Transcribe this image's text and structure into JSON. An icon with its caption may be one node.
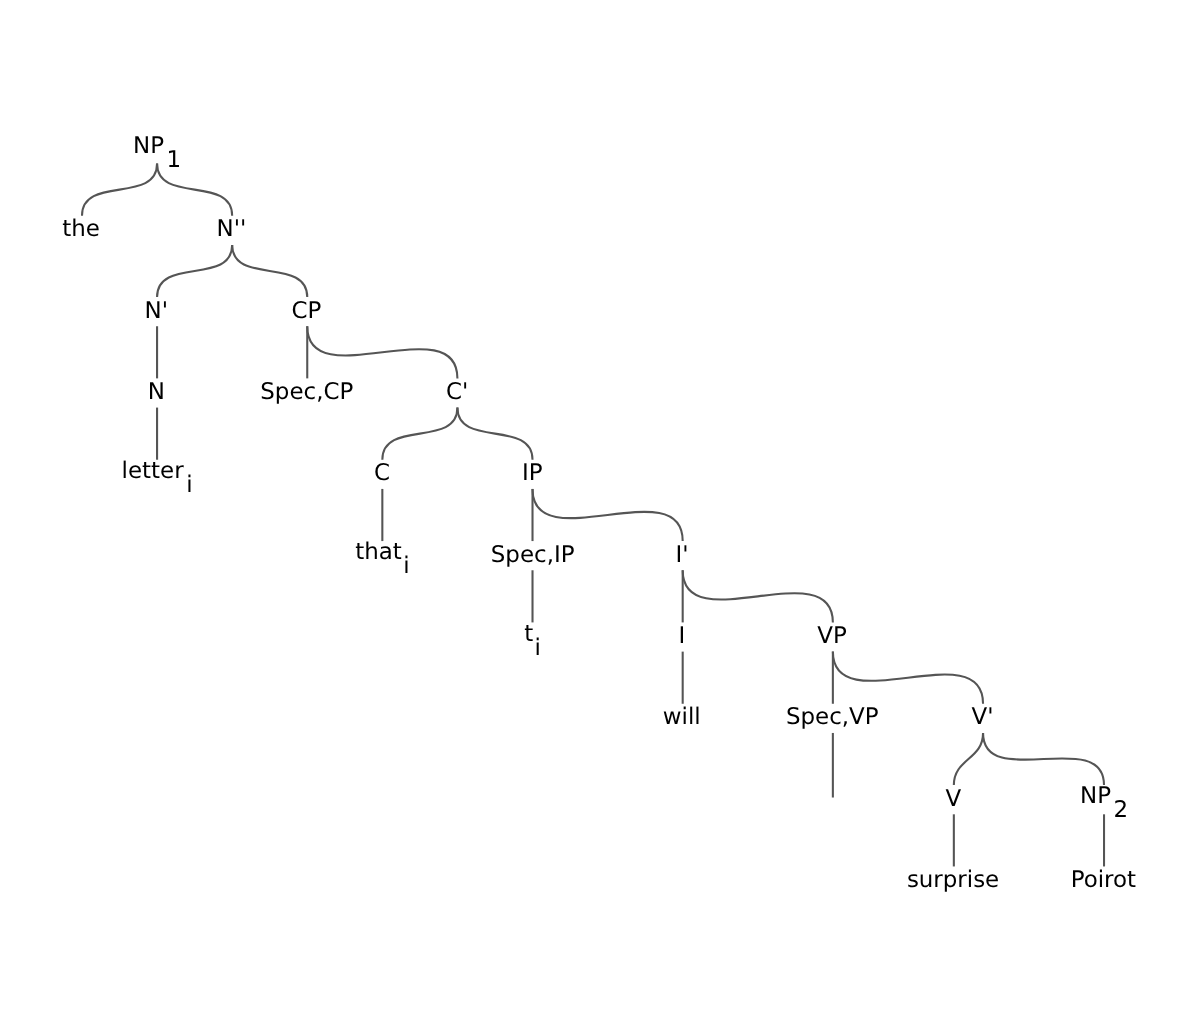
{
  "diagram": {
    "nodes": [
      {
        "text": [
          "NP$_{1}$"
        ]
      },
      {
        "text": [
          "the"
        ]
      },
      {
        "text": [
          "N''"
        ]
      },
      {
        "text": [
          "N'"
        ]
      },
      {
        "text": [
          "CP"
        ]
      },
      {
        "text": [
          "N"
        ]
      },
      {
        "text": [
          "Spec,CP"
        ]
      },
      {
        "text": [
          "C'"
        ]
      },
      {
        "text": [
          "letter$_{i}$"
        ]
      },
      {
        "text": [
          "C"
        ]
      },
      {
        "text": [
          "IP"
        ]
      },
      {
        "text": [
          "that$_{i}$"
        ]
      },
      {
        "text": [
          "Spec,IP"
        ]
      },
      {
        "text": [
          "I'"
        ]
      },
      {
        "text": [
          "t$_{i}$"
        ]
      },
      {
        "text": [
          "I"
        ]
      },
      {
        "text": [
          "VP"
        ]
      },
      {
        "text": [
          "will"
        ]
      },
      {
        "text": [
          "Spec,VP"
        ]
      },
      {
        "text": [
          "V'"
        ]
      },
      {
        "text": [
          "V"
        ]
      },
      {
        "text": [
          "NP$_{2}$"
        ]
      },
      {
        "text": [
          "surprise"
        ]
      },
      {
        "text": [
          "Poirot"
        ]
      }
    ],
    "edges": [
      {
        "from": 0,
        "to": 1,
        "arrow": "none"
      },
      {
        "from": 0,
        "to": 2,
        "arrow": "none"
      },
      {
        "from": 2,
        "to": 3,
        "arrow": "none"
      },
      {
        "from": 2,
        "to": 4,
        "arrow": "none"
      },
      {
        "from": 3,
        "to": 5,
        "arrow": "none"
      },
      {
        "from": 4,
        "to": 6,
        "arrow": "none"
      },
      {
        "from": 4,
        "to": 7,
        "arrow": "none"
      },
      {
        "from": 5,
        "to": 8,
        "arrow": "none"
      },
      {
        "from": 7,
        "to": 9,
        "arrow": "none"
      },
      {
        "from": 7,
        "to": 10,
        "arrow": "none"
      },
      {
        "from": 9,
        "to": 11,
        "arrow": "none"
      },
      {
        "from": 10,
        "to": 12,
        "arrow": "none"
      },
      {
        "from": 10,
        "to": 13,
        "arrow": "none"
      },
      {
        "from": 12,
        "to": 14,
        "arrow": "none"
      },
      {
        "from": 13,
        "to": 15,
        "arrow": "none"
      },
      {
        "from": 13,
        "to": 16,
        "arrow": "none"
      },
      {
        "from": 15,
        "to": 17,
        "arrow": "none"
      },
      {
        "from": 16,
        "to": 18,
        "arrow": "none"
      },
      {
        "from": 16,
        "to": 19,
        "arrow": "none"
      },
      {
        "from": 18,
        "to": null,
        "arrow": "none"
      },
      {
        "from": 19,
        "to": 20,
        "arrow": "none"
      },
      {
        "from": 19,
        "to": 21,
        "arrow": "none"
      },
      {
        "from": 20,
        "to": 22,
        "arrow": "none"
      },
      {
        "from": 21,
        "to": 23,
        "arrow": "none"
      }
    ]
  }
}
